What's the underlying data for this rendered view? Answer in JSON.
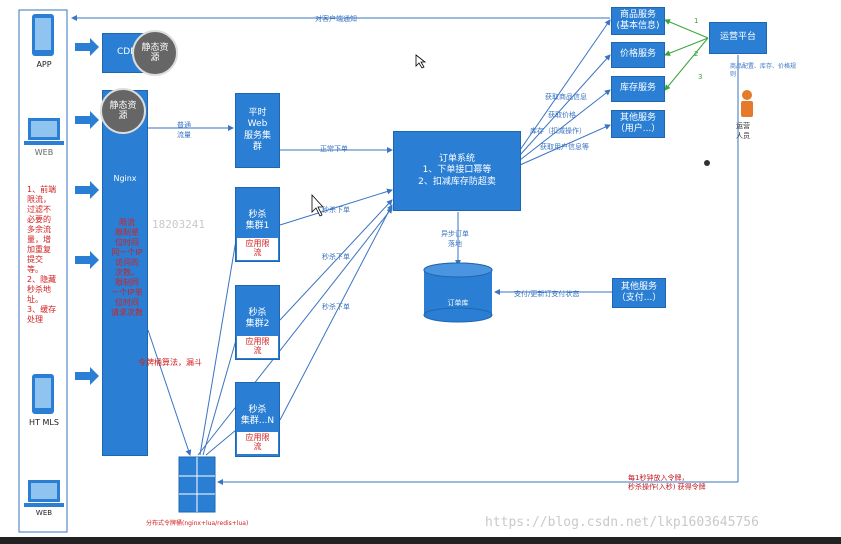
{
  "clients": {
    "app": "APP",
    "web": "WEB",
    "html5": "HT MLS",
    "web2": "WEB"
  },
  "left_notes": "1、前端\n限流，\n过滤不\n必要的\n多余流\n量，增\n加重复\n提交\n等。\n2、隐藏\n秒杀地\n址。\n3、缓存\n处理",
  "cdn": {
    "label": "CDN",
    "badge": "静态资\n源"
  },
  "nginx": {
    "label": "Nginx",
    "badge": "静态资\n源",
    "note": "限流\n限制单\n位时间\n同一个IP\n访问的\n次数。\n限制同\n一个IP单\n位时间\n请求次数"
  },
  "token_note": "令牌桶算法，漏斗",
  "flow_label": "普通\n流量",
  "web_cluster": "平时\nWeb\n服务集\n群",
  "seckill_clusters": [
    {
      "label": "秒杀\n集群1",
      "limit": "应用限\n流"
    },
    {
      "label": "秒杀\n集群2",
      "limit": "应用限\n流"
    },
    {
      "label": "秒杀\n集群...N",
      "limit": "应用限\n流"
    }
  ],
  "order_system": "订单系统\n1、下单接口幂等\n2、扣减库存防超卖",
  "edge_labels": {
    "normal_order": "正常下单",
    "seckill_order_1": "秒杀下单",
    "seckill_order_2": "秒杀下单",
    "seckill_order_3": "秒杀下单",
    "get_product": "获取商品信息",
    "get_price": "获取价格",
    "stock": "库存（扣减操作）",
    "get_user": "获取用户信息等",
    "async_order": "异步订单\n落地",
    "pay_update": "支付/更新订支付状态",
    "notify": "对客户端通知"
  },
  "db_label": "订单库",
  "services": [
    "商品服务\n(基本信息)",
    "价格服务",
    "库存服务",
    "其他服务\n（用户...）"
  ],
  "other_pay": "其他服务\n（支付...）",
  "ops": {
    "title": "运营平台",
    "desc": "商品配置、库存、价格规则",
    "person": "运营\n人员"
  },
  "edge_numbers": [
    "1",
    "2",
    "3"
  ],
  "token_box_label": "分布式令牌桶(nginx+lua/redis+lua)",
  "bottom_note": "每1秒钟放入令牌，\n秒杀操作(入秒) 获得令牌",
  "watermark_mid": "18203241",
  "watermark_url": "https://blog.csdn.net/lkp1603645756"
}
